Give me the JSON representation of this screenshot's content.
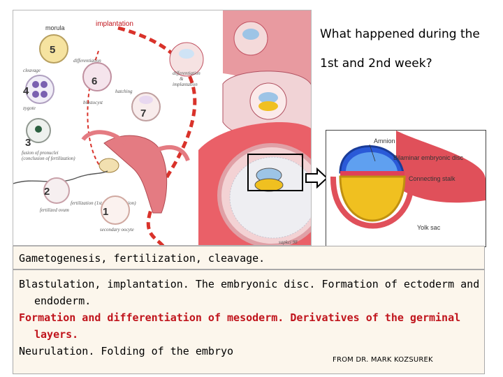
{
  "question": {
    "line1": "What happened during the",
    "line2": "1st and 2nd week?"
  },
  "left_figure": {
    "title": "implantation",
    "labels": {
      "morula": "morula",
      "cleavage": "cleavage",
      "zygote": "zygote",
      "fusion": "fusion of pronuclei",
      "fusion2": "(conclusion of fertilization)",
      "fertilized": "fertilized ovum",
      "fertilization": "fertilization (1st meiotic division)",
      "secondary": "secondary oocyte",
      "differentiation": "differentiation",
      "hatching": "hatching",
      "blastocyst": "blastocyst",
      "diff_implant_1": "differentiation",
      "diff_implant_2": "&",
      "diff_implant_3": "implantation",
      "signature": "sapkci 98"
    },
    "stages": [
      "5",
      "4",
      "3",
      "2",
      "1",
      "6",
      "7"
    ]
  },
  "right_figure": {
    "labels": [
      "Amnion",
      "Bilaminar embryonic disc",
      "Connecting stalk",
      "Yolk sac"
    ]
  },
  "panel": {
    "line_gametogenesis": "Gametogenesis, fertilization, cleavage.",
    "line_blast_1": "Blastulation, implantation. The embryonic disc. Formation of ectoderm and",
    "line_blast_2": "endoderm.",
    "line_meso_1": "Formation and differentiation of mesoderm. Derivatives of the germinal",
    "line_meso_2": "layers.",
    "line_neuro": "Neurulation. Folding of the embryo"
  },
  "credit": "FROM DR. MARK KOZSUREK",
  "colors": {
    "panel_bg": "#fcf6ec",
    "accent_red": "#c0141c",
    "dashed_arrow": "#d9322a",
    "amnion_blue": "#2a5ad8",
    "yolk_yellow": "#f0c020",
    "tissue_pink": "#e05a63"
  }
}
